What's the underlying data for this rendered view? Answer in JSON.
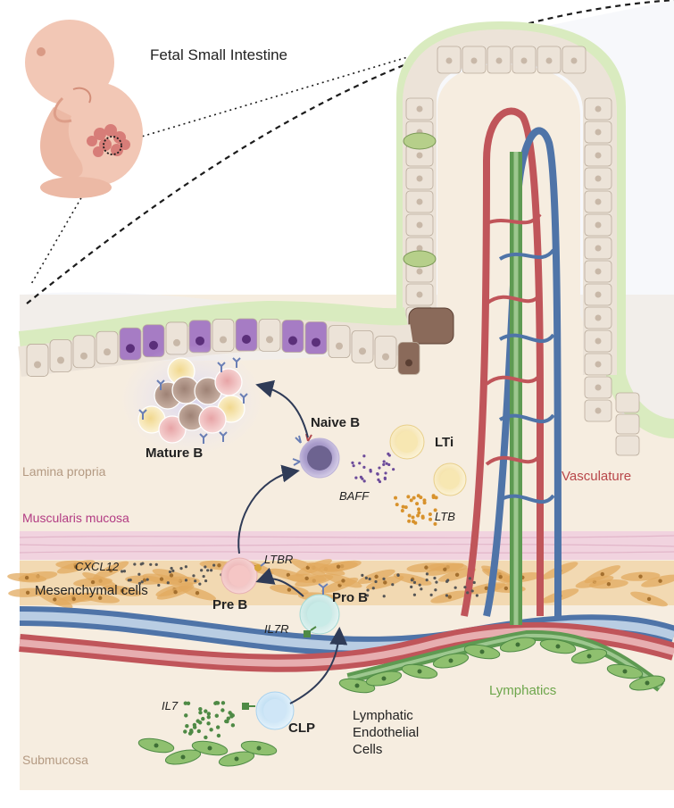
{
  "title": "Fetal Small Intestine",
  "regions": {
    "lamina_propria": "Lamina propria",
    "muscularis_mucosa": "Muscularis mucosa",
    "submucosa": "Submucosa"
  },
  "structures": {
    "mesenchymal": "Mesenchymal cells",
    "vasculature": "Vasculature",
    "lymphatics": "Lymphatics",
    "lymphatic_endothelial_line1": "Lymphatic",
    "lymphatic_endothelial_line2": "Endothelial",
    "lymphatic_endothelial_line3": "Cells"
  },
  "cells": {
    "mature_b": "Mature B",
    "naive_b": "Naive B",
    "pre_b": "Pre B",
    "pro_b": "Pro B",
    "clp": "CLP",
    "lti": "LTi"
  },
  "factors": {
    "baff": "BAFF",
    "ltb": "LTB",
    "ltbr": "LTBR",
    "cxcl12": "CXCL12",
    "il7r": "IL7R",
    "il7": "IL7"
  },
  "colors": {
    "lamina": "#f6ede0",
    "epithelium": "#ece3d8",
    "mucus": "#d9ebbf",
    "muscularis": "#f1d3df",
    "mesenchyme": "#e8b878",
    "artery": "#c0555a",
    "vein": "#4f74a8",
    "lymph": "#5e9a52",
    "region_label": "#b49a82",
    "muscularis_label": "#b23b83",
    "vasculature_label": "#b8474a",
    "lymphatics_label": "#6ea64c"
  }
}
